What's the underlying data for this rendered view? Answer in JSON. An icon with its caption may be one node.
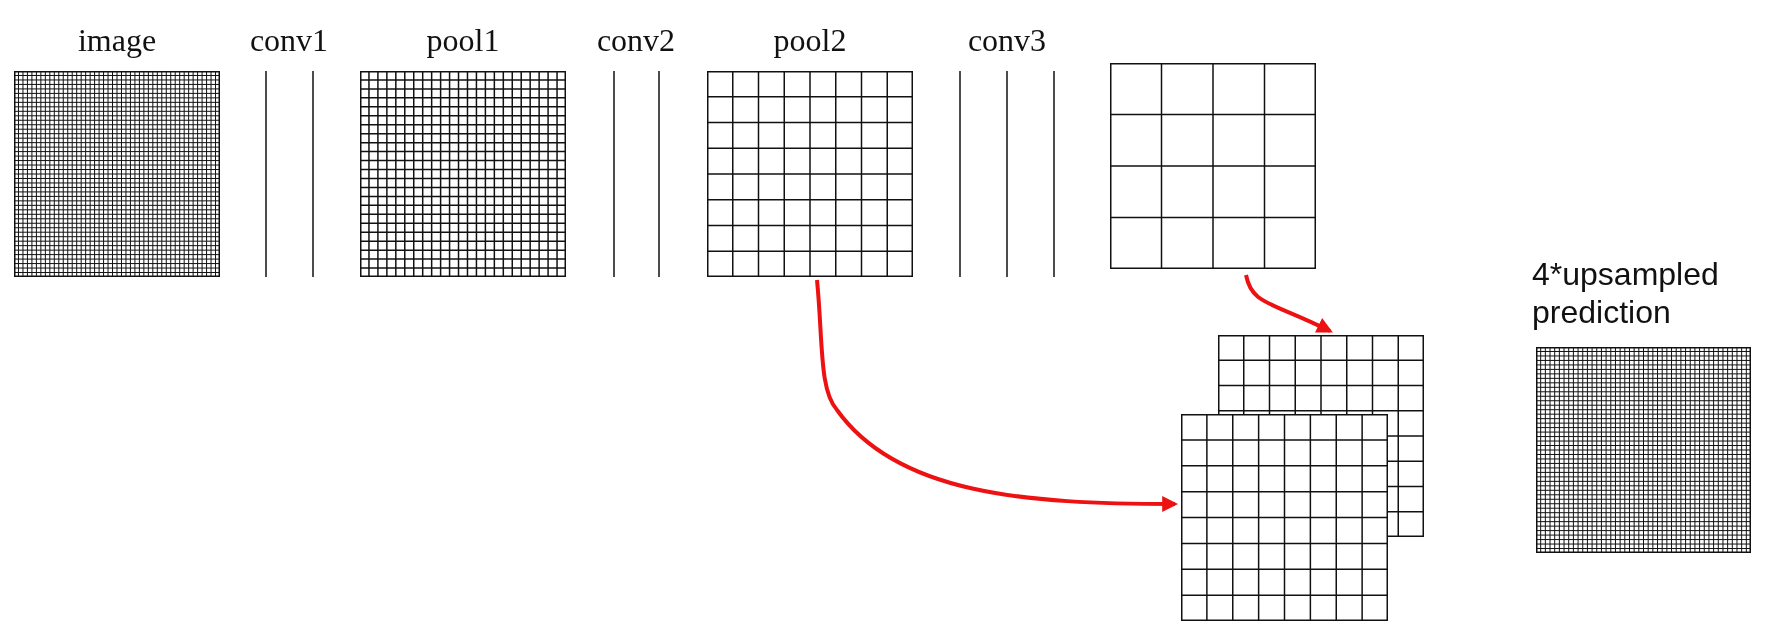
{
  "diagram": {
    "nodes": [
      {
        "text": [
          "image"
        ]
      },
      {
        "text": [
          "pool1"
        ]
      },
      {
        "text": [
          "pool2"
        ]
      },
      {
        "text": [],
        "shape": "box"
      },
      {
        "text": [],
        "shape": "box"
      },
      {
        "text": [],
        "shape": "box"
      },
      {
        "text": [
          "4*upsampled prediction"
        ]
      }
    ],
    "edges": [
      {
        "from": 2,
        "to": 5,
        "arrow": "to"
      },
      {
        "from": 3,
        "to": 4,
        "arrow": "to"
      }
    ],
    "labels": [
      "conv1",
      "conv2",
      "conv3"
    ]
  }
}
